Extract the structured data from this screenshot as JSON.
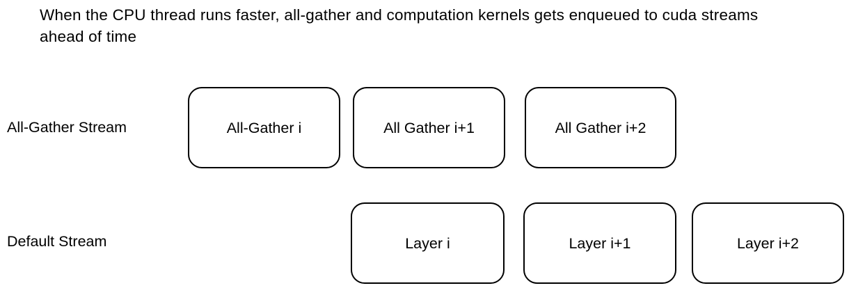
{
  "title": "When the CPU thread runs faster, all-gather and computation kernels gets enqueued to cuda streams ahead of time",
  "colors": {
    "background": "#ffffff",
    "box_fill": "#ffffff",
    "box_stroke": "#000000",
    "text": "#000000"
  },
  "rows": [
    {
      "label": "All-Gather Stream",
      "boxes": [
        {
          "label": "All-Gather i"
        },
        {
          "label": "All Gather i+1"
        },
        {
          "label": "All Gather i+2"
        }
      ]
    },
    {
      "label": "Default Stream",
      "boxes": [
        {
          "label": "Layer i"
        },
        {
          "label": "Layer i+1"
        },
        {
          "label": "Layer i+2"
        }
      ]
    }
  ]
}
